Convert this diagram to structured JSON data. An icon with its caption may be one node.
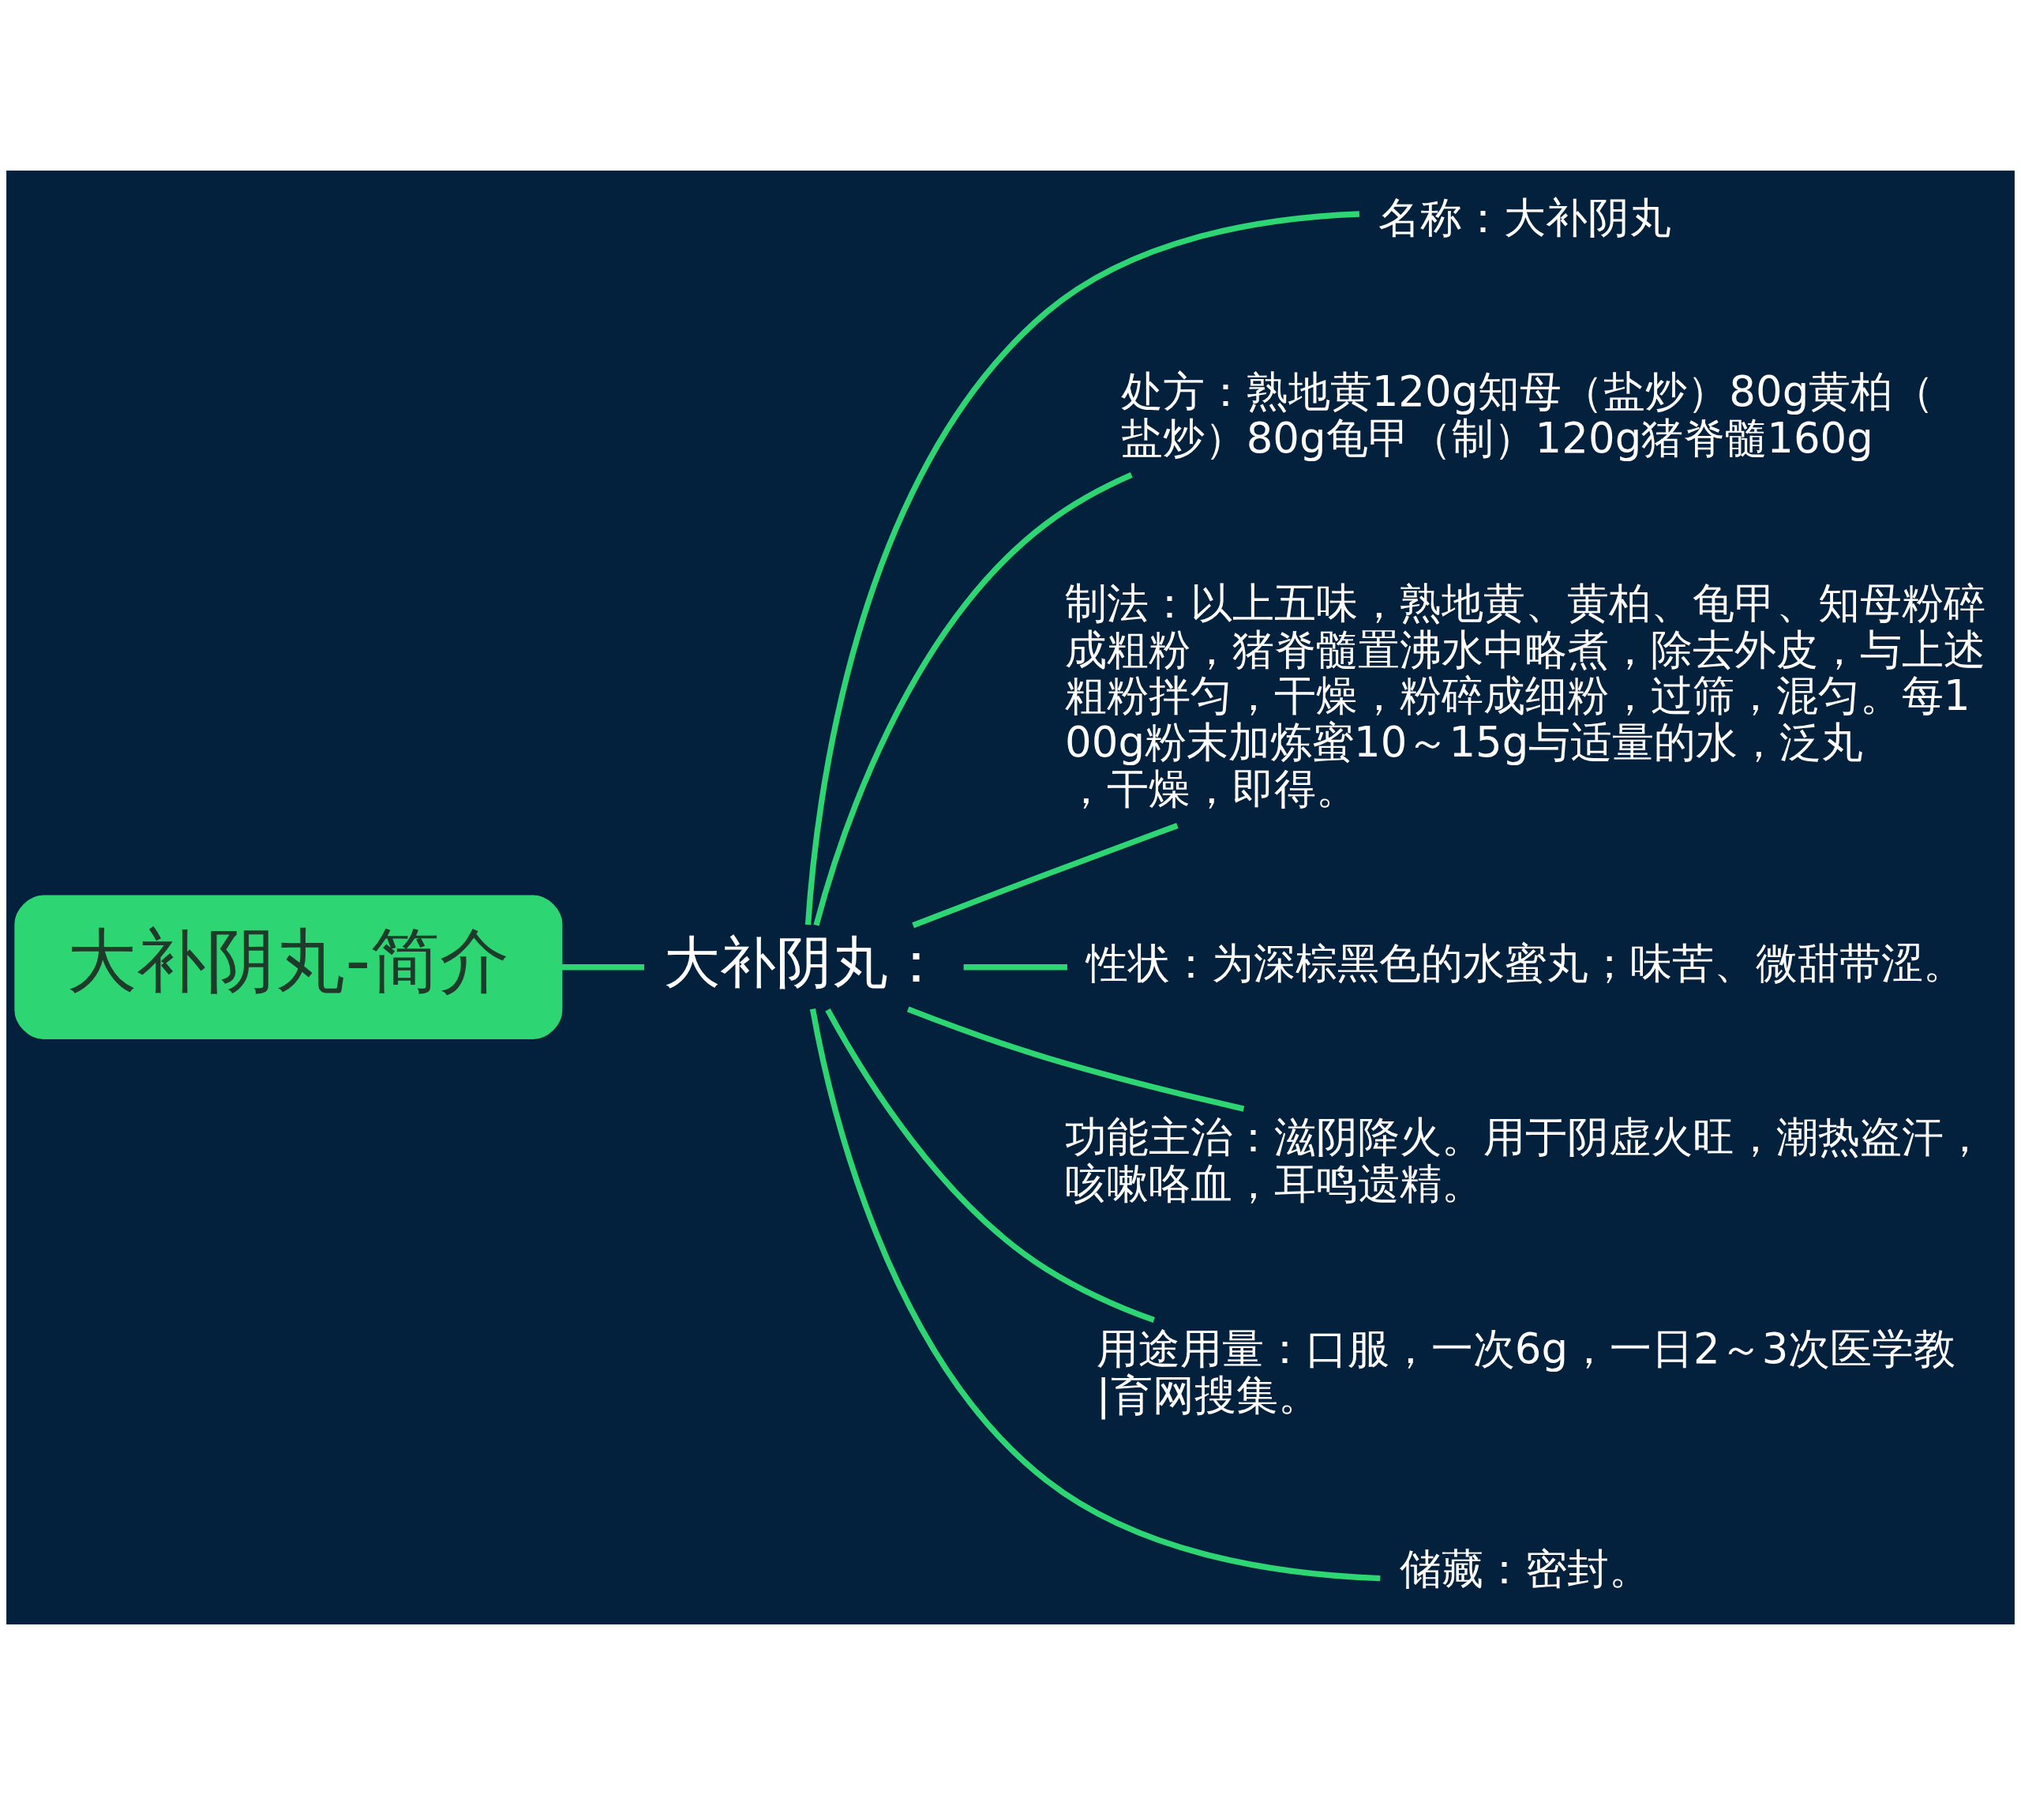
{
  "diagram": {
    "nodes": [
      {
        "text": [
          "大补阴丸-简介"
        ]
      },
      {
        "text": [
          "大补阴丸："
        ]
      },
      {
        "text": [
          "名称：大补阴丸"
        ]
      },
      {
        "text": [
          "处方：熟地黄120g知母（盐炒）80g黄柏（盐炒）80g龟甲（制）120g猪脊髓160g"
        ]
      },
      {
        "text": [
          "制法：以上五味，熟地黄、黄柏、龟甲、知母粉碎成粗粉，猪脊髓置沸水中略煮，除去外皮，与上述粗粉拌匀，干燥，粉碎成细粉，过筛，混匀。每100g粉末加炼蜜10～15g与适量的水，泛丸，干燥，即得。"
        ]
      },
      {
        "text": [
          "性状：为深棕黑色的水蜜丸；味苦、微甜带涩。"
        ]
      },
      {
        "text": [
          "功能主治：滋阴降火。用于阴虚火旺，潮热盗汗，咳嗽咯血，耳鸣遗精。"
        ]
      },
      {
        "text": [
          "用途用量：口服，一次6g，一日2～3次医学教|育网搜集。"
        ]
      },
      {
        "text": [
          "储藏：密封。"
        ]
      }
    ],
    "edges": [
      {
        "from": 0,
        "to": 1,
        "arrow": "none"
      },
      {
        "from": 1,
        "to": 2,
        "arrow": "none"
      },
      {
        "from": 1,
        "to": 3,
        "arrow": "none"
      },
      {
        "from": 1,
        "to": 4,
        "arrow": "none"
      },
      {
        "from": 1,
        "to": 5,
        "arrow": "none"
      },
      {
        "from": 1,
        "to": 6,
        "arrow": "none"
      },
      {
        "from": 1,
        "to": 7,
        "arrow": "none"
      },
      {
        "from": 1,
        "to": 8,
        "arrow": "none"
      }
    ]
  }
}
